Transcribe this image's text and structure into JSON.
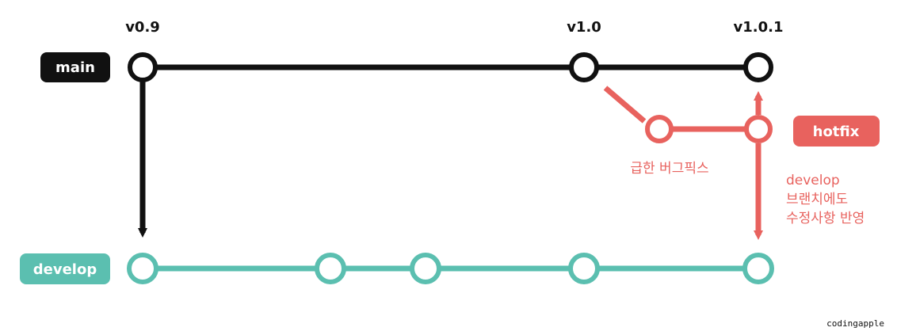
{
  "colors": {
    "main": "#111111",
    "develop": "#5bbfb0",
    "hotfix": "#e8625e",
    "background": "#ffffff"
  },
  "branches": {
    "main": {
      "label": "main"
    },
    "develop": {
      "label": "develop"
    },
    "hotfix": {
      "label": "hotfix"
    }
  },
  "versions": {
    "v09": "v0.9",
    "v10": "v1.0",
    "v101": "v1.0.1"
  },
  "notes": {
    "hotfix_note": "급한 버그픽스",
    "merge_note_lines": [
      "develop",
      "브랜치에도",
      "수정사항 반영"
    ]
  },
  "watermark": "codingapple"
}
